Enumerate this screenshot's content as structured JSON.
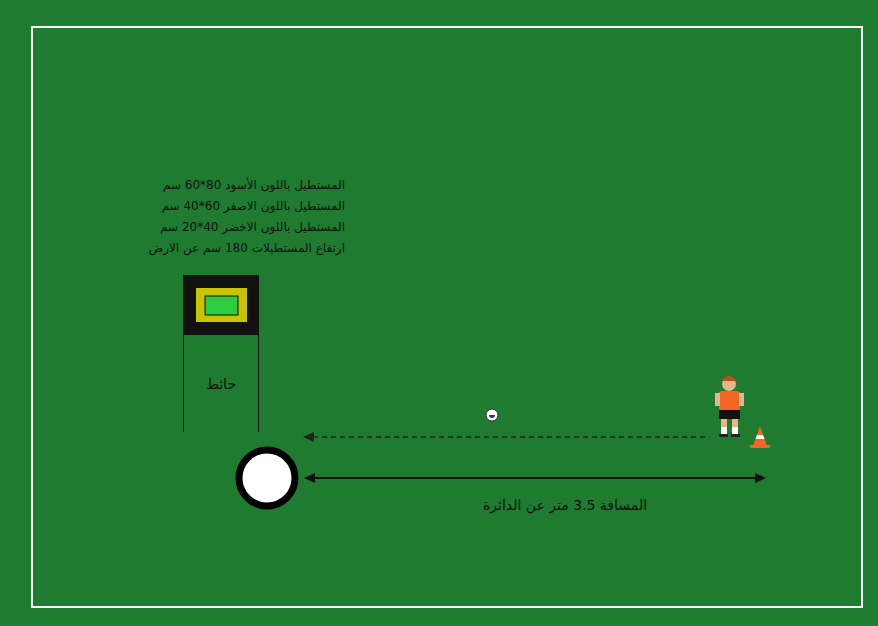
{
  "diagram": {
    "nodes": [
      {
        "text": [
          "حائط"
        ]
      }
    ],
    "labels": [
      "المستطيل باللون الأسود 80*60 سم",
      "المستطيل باللون الاصفر 60*40 سم",
      "المستطيل باللون الاخضر 40*20 سم",
      "ارتفاع المستطيلات 180 سم عن الارض",
      "المسافة 3.5 متر عن الدائرة"
    ]
  }
}
